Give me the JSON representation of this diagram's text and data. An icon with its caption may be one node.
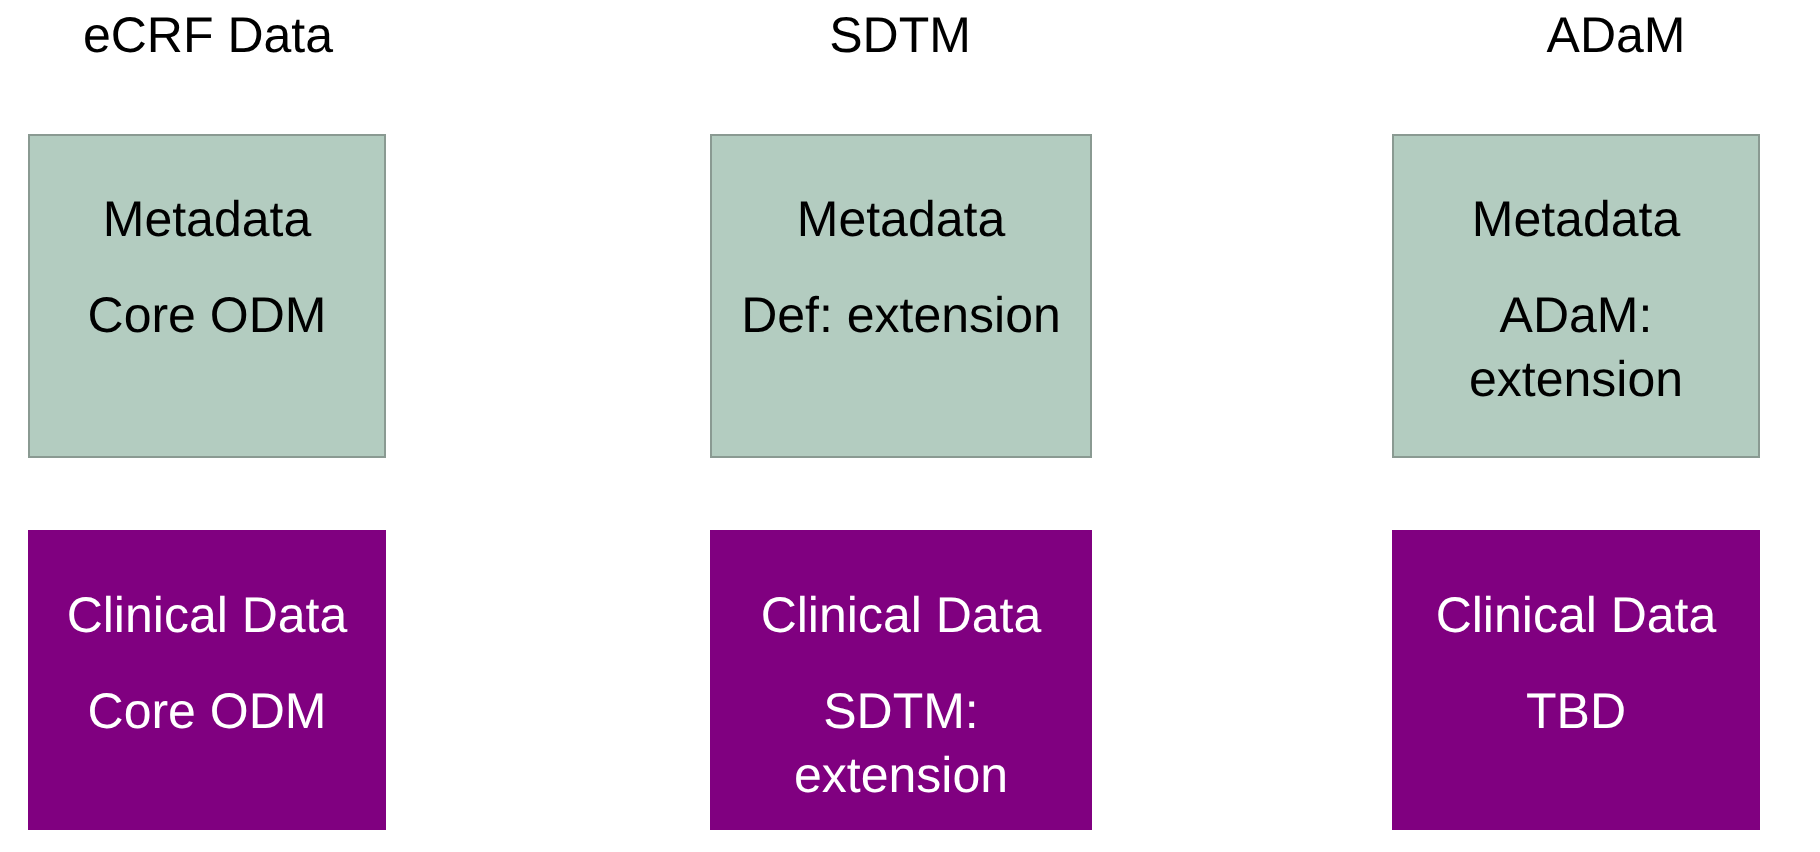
{
  "diagram": {
    "nodes": [
      {
        "text": [
          "Metadata",
          "Core ODM"
        ]
      },
      {
        "text": [
          "Metadata",
          "Def: extension"
        ]
      },
      {
        "text": [
          "Metadata",
          "ADaM: extension"
        ]
      },
      {
        "text": [
          "Clinical Data",
          "Core ODM"
        ]
      },
      {
        "text": [
          "Clinical Data",
          "SDTM: extension"
        ]
      },
      {
        "text": [
          "Clinical Data",
          "TBD"
        ]
      }
    ],
    "labels": [
      "eCRF Data",
      "SDTM",
      "ADaM"
    ]
  }
}
